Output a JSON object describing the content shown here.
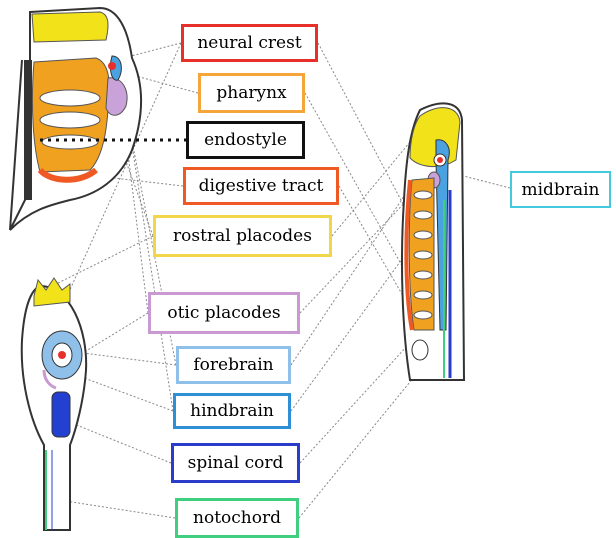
{
  "labels": {
    "neural_crest": "neural crest",
    "pharynx": "pharynx",
    "endostyle": "endostyle",
    "digestive_tract": "digestive tract",
    "rostral_placodes": "rostral placodes",
    "otic_placodes": "otic placodes",
    "forebrain": "forebrain",
    "hindbrain": "hindbrain",
    "spinal_cord": "spinal cord",
    "notochord": "notochord",
    "midbrain": "midbrain"
  },
  "colors": {
    "neural_crest": "#e8302a",
    "pharynx": "#f5a53a",
    "endostyle": "#111111",
    "digestive_tract": "#ef5a24",
    "rostral_placodes": "#f2d64a",
    "otic_placodes": "#c99ad1",
    "forebrain": "#8fc0ea",
    "hindbrain": "#2f8fd6",
    "spinal_cord": "#2b3cc9",
    "notochord": "#3fcf7f",
    "midbrain": "#45c9dc",
    "yellow_region": "#f2e21a",
    "orange_region": "#f0a11f",
    "purple_region": "#c8a2d8",
    "blue_region": "#4aa2e0",
    "darkblue_region": "#2340d0"
  }
}
